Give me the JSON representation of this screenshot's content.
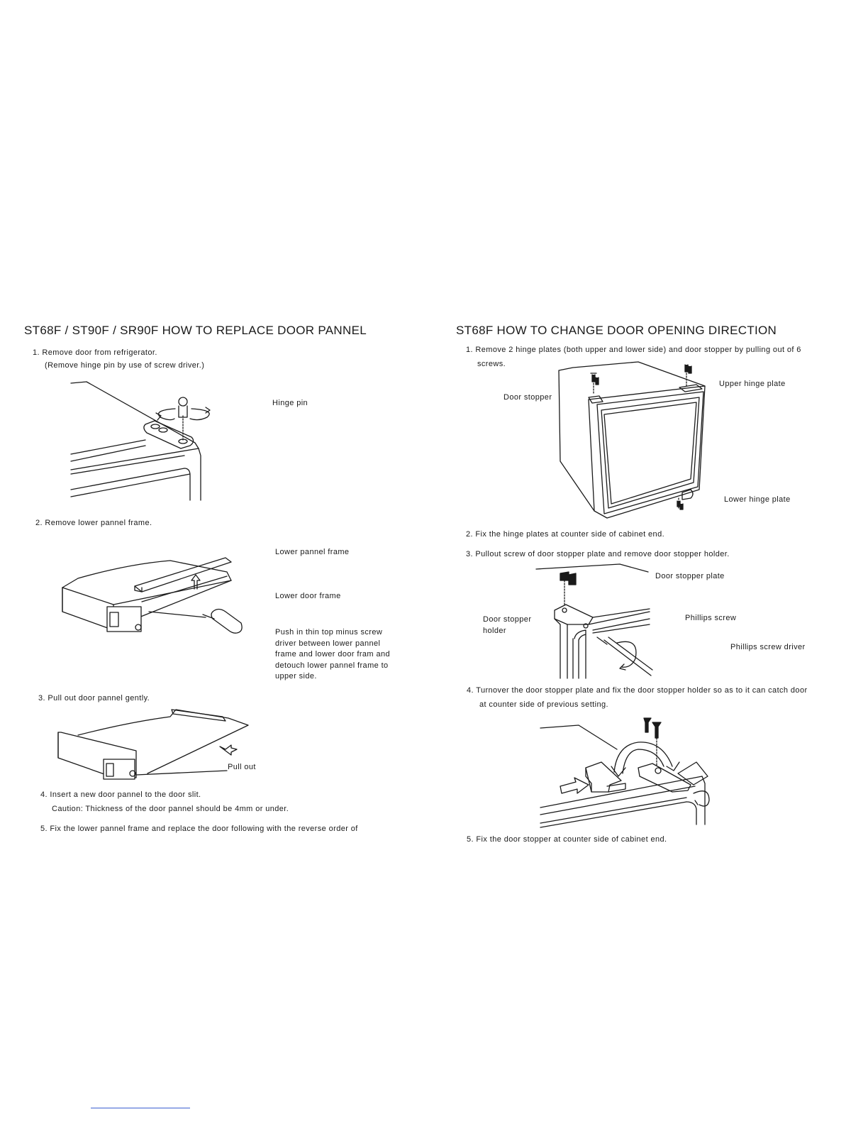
{
  "left": {
    "title": "ST68F / ST90F / SR90F  HOW  TO  REPLACE  DOOR  PANNEL",
    "step1": "1.  Remove  door  from  refrigerator.",
    "step1_note": "(Remove  hinge  pin  by  use  of  screw  driver.)",
    "hinge_pin_label": "Hinge  pin",
    "step2": "2.  Remove  lower  pannel  frame.",
    "lower_pannel_frame_label": "Lower  pannel  frame",
    "lower_door_frame_label": "Lower  door  frame",
    "push_note": "Push  in  thin  top  minus screw  driver  between  lower pannel  frame  and  lower  door fram  and  detouch  lower pannel  frame  to  upper  side.",
    "step3": "3.  Pull  out  door  pannel  gently.",
    "pull_out_label": "Pull  out",
    "step4": "4.  Insert  a  new  door  pannel  to  the  door  slit.",
    "step4_caution": "Caution:  Thickness  of  the  door  pannel  should  be  4mm  or  under.",
    "step5": "5.  Fix  the  lower  pannel  frame  and  replace  the  door  following  with  the  reverse  order  of"
  },
  "right": {
    "title": "ST68F  HOW  TO  CHANGE  DOOR  OPENING  DIRECTION",
    "step1": "1.  Remove  2  hinge  plates  (both  upper  and  lower  side)  and  door  stopper  by  pulling  out  of  6",
    "step1_cont": "screws.",
    "door_stopper_label": "Door  stopper",
    "upper_hinge_label": "Upper  hinge  plate",
    "lower_hinge_label": "Lower  hinge  plate",
    "step2": "2.  Fix  the  hinge  plates  at  counter  side  of  cabinet  end.",
    "step3": "3.  Pullout  screw  of  door  stopper  plate  and  remove  door  stopper  holder.",
    "door_stopper_plate_label": "Door  stopper  plate",
    "door_stopper_holder_label_1": "Door  stopper",
    "door_stopper_holder_label_2": "holder",
    "phillips_screw_label": "Phillips  screw",
    "phillips_driver_label": "Phillips  screw  driver",
    "step4": "4.  Turnover  the  door  stopper  plate  and  fix  the  door  stopper  holder  so  as  to  it  can  catch  door",
    "step4_cont": "at  counter  side  of  previous  setting.",
    "step5": "5.  Fix  the  door  stopper  at  counter  side  of  cabinet  end."
  }
}
